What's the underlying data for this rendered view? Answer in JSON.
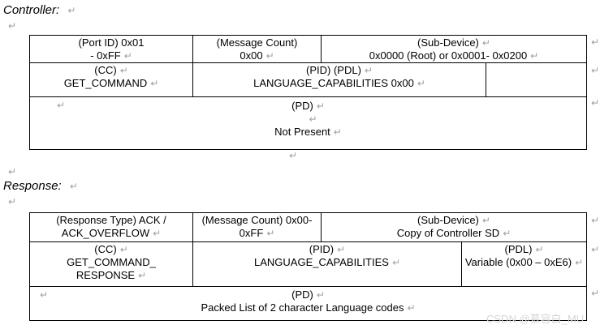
{
  "titles": {
    "controller": "Controller:",
    "response": "Response:"
  },
  "marks": {
    "line_break": "↵"
  },
  "colors": {
    "border": "#000000",
    "formatting_mark": "#9e9e9e",
    "watermark": "#d6d6d6"
  },
  "watermark": "CSDN @慕容白_MU",
  "controller_table": {
    "port_id": {
      "l1": "(Port ID) 0x01",
      "l2": "- 0xFF"
    },
    "message_count": {
      "l1": "(Message Count)",
      "l2": "0x00"
    },
    "sub_device": {
      "l1": "(Sub-Device)",
      "l2": "0x0000 (Root) or 0x0001- 0x0200"
    },
    "cc": {
      "l1": "(CC)",
      "l2": "GET_COMMAND"
    },
    "pid_pdl": {
      "l1": "(PID) (PDL)",
      "l2": "LANGUAGE_CAPABILITIES 0x00"
    },
    "pd": {
      "l1": "(PD)",
      "l2": "Not Present"
    }
  },
  "response_table": {
    "response_type": {
      "l1": "(Response Type) ACK /",
      "l2": "ACK_OVERFLOW"
    },
    "message_count": {
      "l1": "(Message Count) 0x00-",
      "l2": "0xFF"
    },
    "sub_device": {
      "l1": "(Sub-Device)",
      "l2": "Copy of Controller SD"
    },
    "cc": {
      "l1": "(CC)",
      "l2": "GET_COMMAND_",
      "l3": "RESPONSE"
    },
    "pid": {
      "l1": "(PID)",
      "l2": "LANGUAGE_CAPABILITIES"
    },
    "pdl": {
      "l1": "(PDL)",
      "l2": "Variable (0x00 – 0xE6)"
    },
    "pd": {
      "l1": "(PD)",
      "l2": "Packed List of 2 character Language codes"
    }
  }
}
